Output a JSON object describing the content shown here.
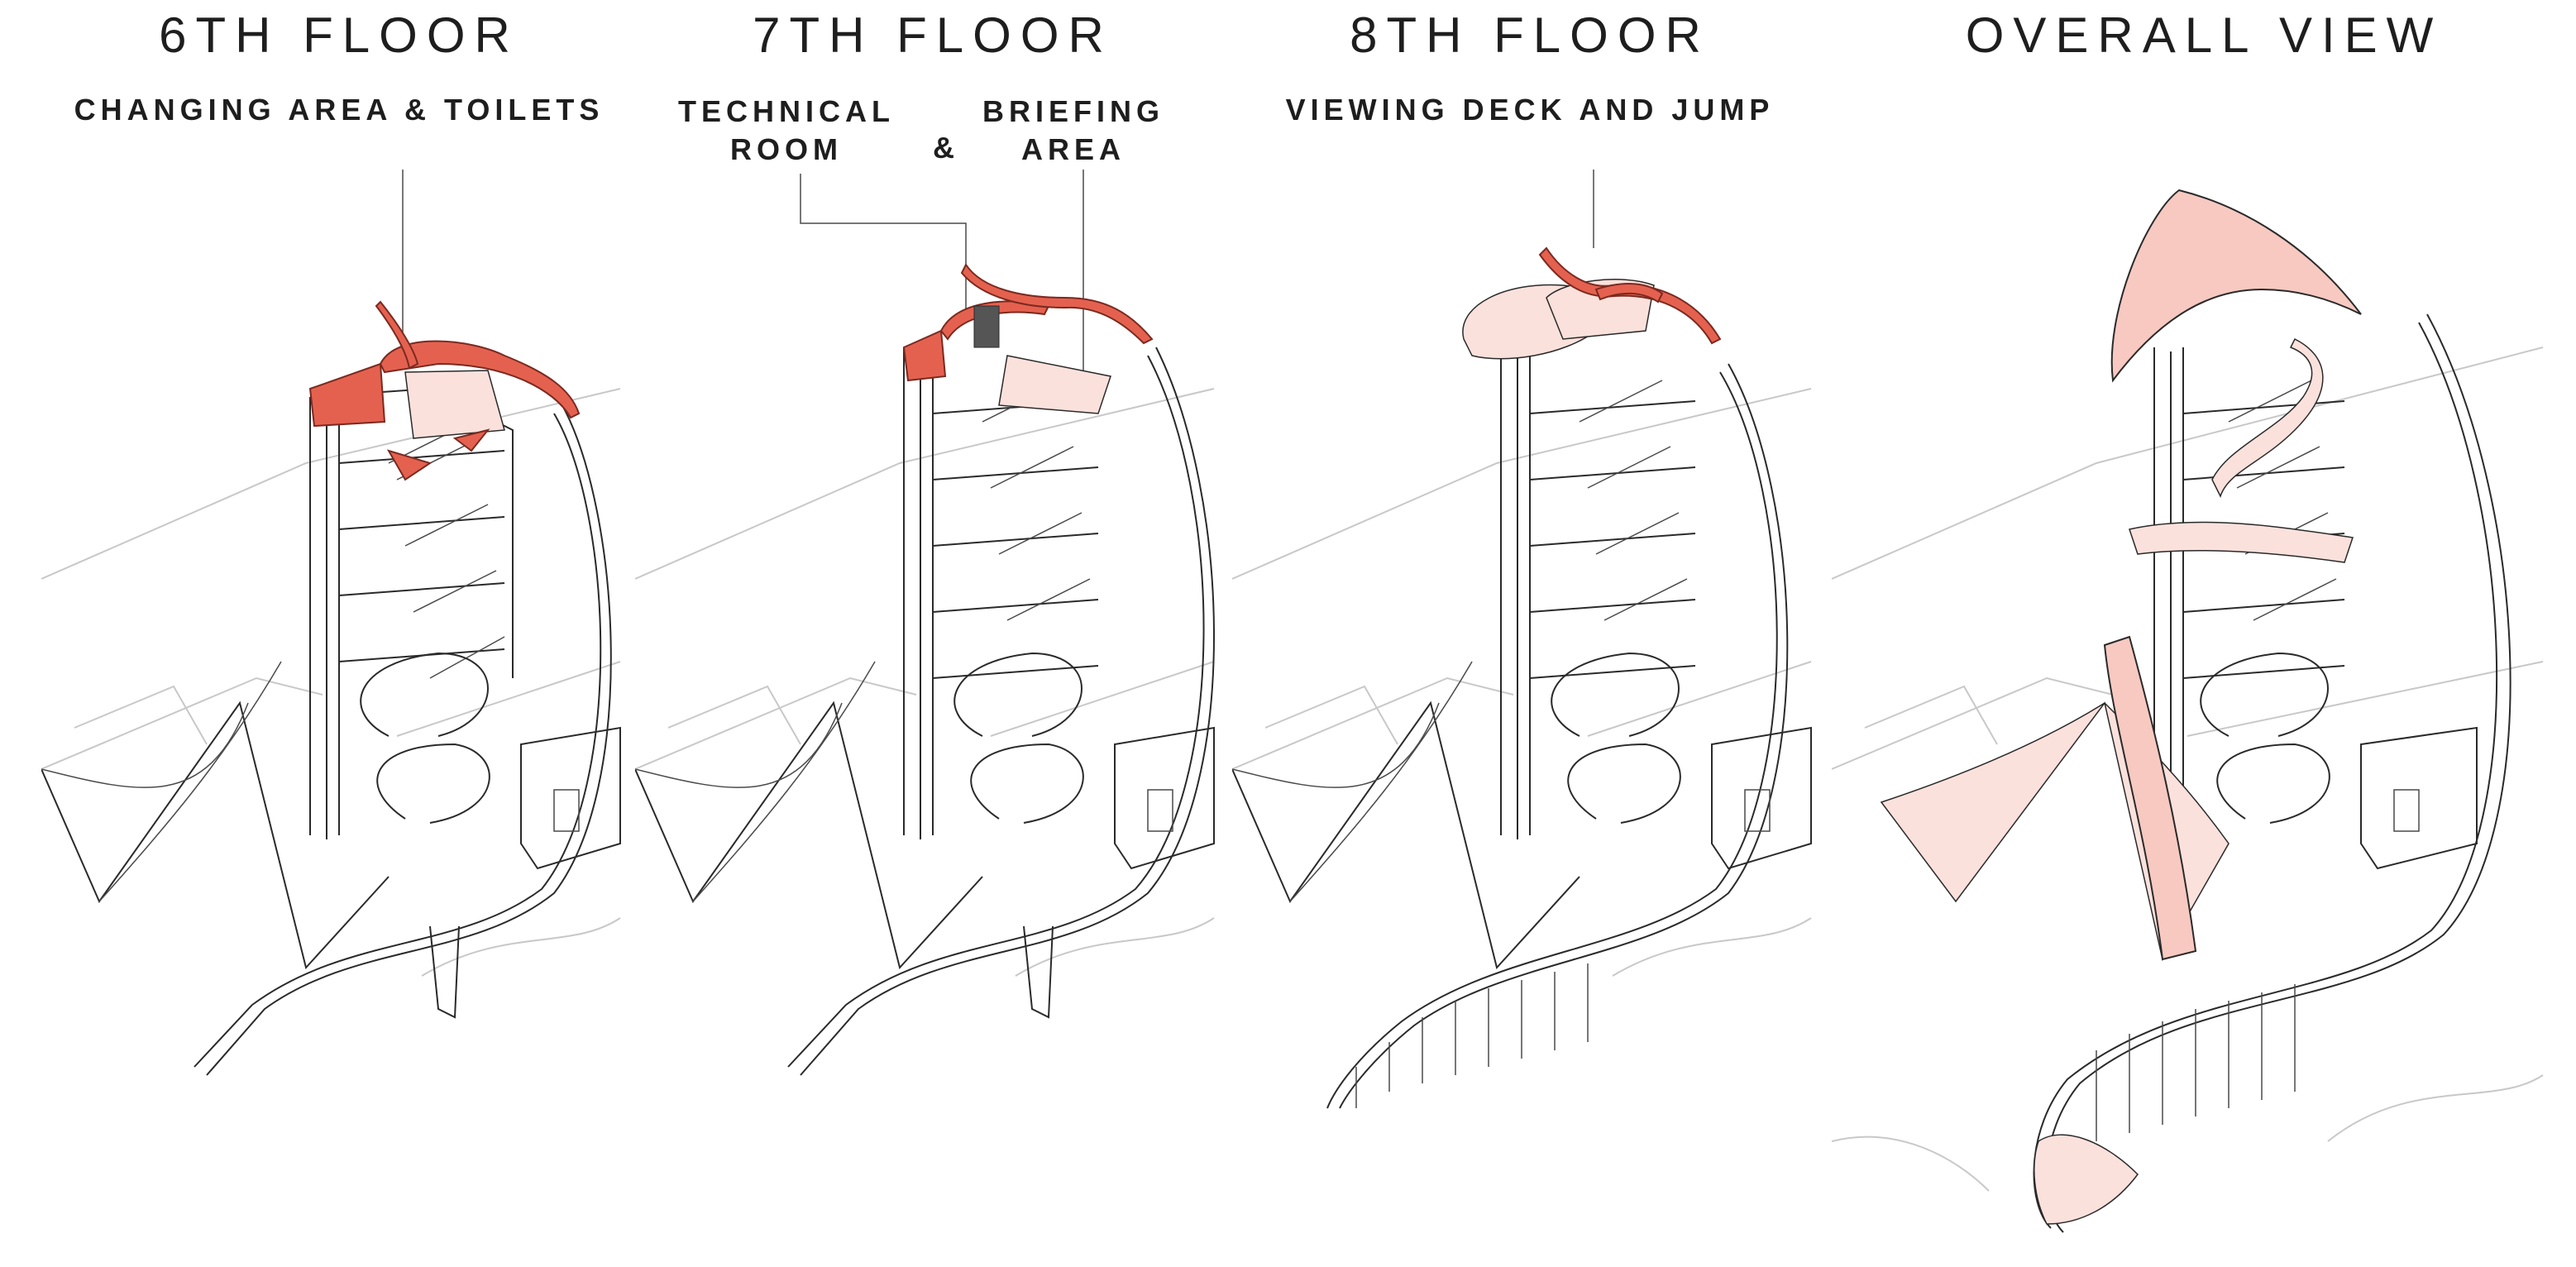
{
  "panels": [
    {
      "title": "6TH FLOOR",
      "subtitle": "CHANGING AREA & TOILETS"
    },
    {
      "title": "7TH FLOOR",
      "subtitle_left": "TECHNICAL\nROOM",
      "subtitle_mid": "&",
      "subtitle_right": "BRIEFING\nAREA"
    },
    {
      "title": "8TH FLOOR",
      "subtitle": "VIEWING DECK AND JUMP"
    },
    {
      "title": "OVERALL VIEW"
    }
  ],
  "colors": {
    "highlight": "#e5614f",
    "highlight_light": "#f7c9c1",
    "line": "#2a2a2a",
    "context": "#c8c8c8"
  }
}
